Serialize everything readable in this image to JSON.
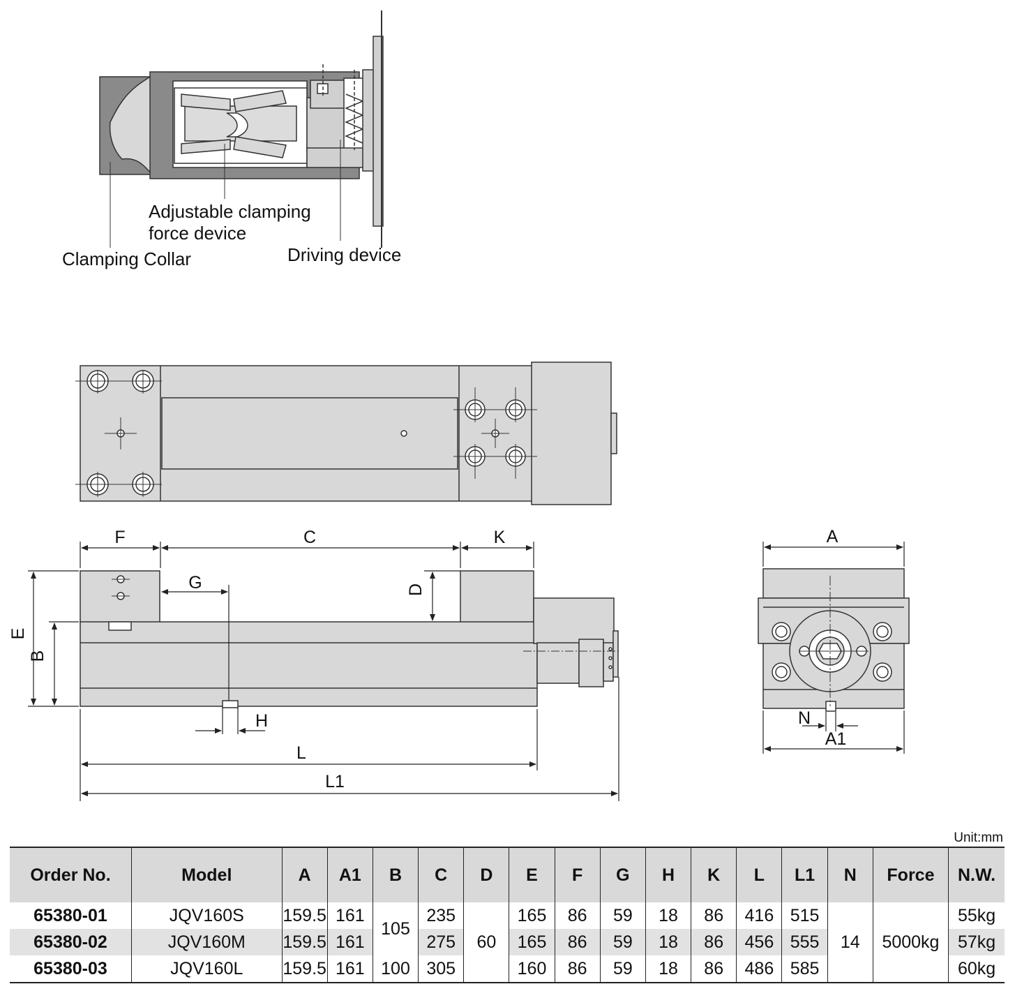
{
  "labels": {
    "clamping_collar": "Clamping Collar",
    "adjustable_line1": "Adjustable clamping",
    "adjustable_line2": "force device",
    "driving_device": "Driving device"
  },
  "dimensions": {
    "F": "F",
    "C": "C",
    "K": "K",
    "G": "G",
    "D": "D",
    "E": "E",
    "B": "B",
    "H": "H",
    "L": "L",
    "L1": "L1",
    "A": "A",
    "N": "N",
    "A1": "A1"
  },
  "unit": "Unit:mm",
  "table": {
    "headers": [
      "Order No.",
      "Model",
      "A",
      "A1",
      "B",
      "C",
      "D",
      "E",
      "F",
      "G",
      "H",
      "K",
      "L",
      "L1",
      "N",
      "Force",
      "N.W."
    ],
    "rows": [
      {
        "order": "65380-01",
        "model": "JQV160S",
        "A": "159.5",
        "A1": "161",
        "C": "235",
        "E": "165",
        "F": "86",
        "G": "59",
        "H": "18",
        "K": "86",
        "L": "416",
        "L1": "515",
        "NW": "55kg"
      },
      {
        "order": "65380-02",
        "model": "JQV160M",
        "A": "159.5",
        "A1": "161",
        "C": "275",
        "E": "165",
        "F": "86",
        "G": "59",
        "H": "18",
        "K": "86",
        "L": "456",
        "L1": "555",
        "NW": "57kg"
      },
      {
        "order": "65380-03",
        "model": "JQV160L",
        "A": "159.5",
        "A1": "161",
        "B": "100",
        "C": "305",
        "E": "160",
        "F": "86",
        "G": "59",
        "H": "18",
        "K": "86",
        "L": "486",
        "L1": "585",
        "NW": "60kg"
      }
    ],
    "merged": {
      "B_rows12": "105",
      "D": "60",
      "N": "14",
      "Force": "5000kg"
    }
  }
}
